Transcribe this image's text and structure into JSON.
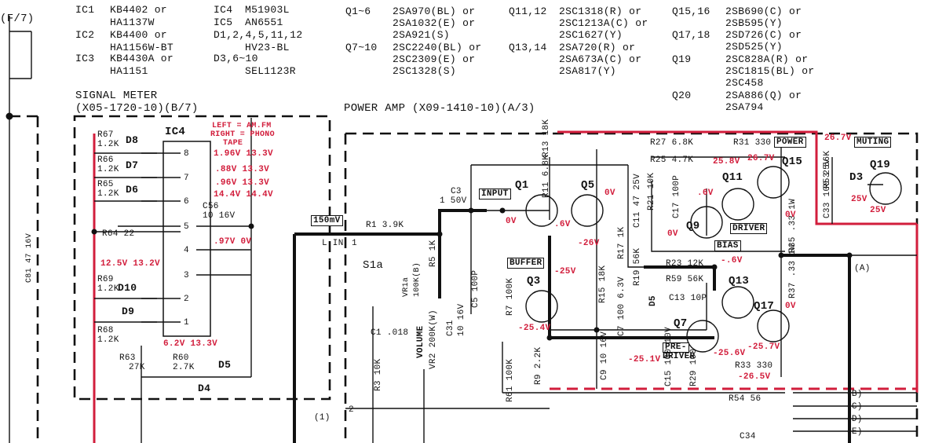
{
  "ic_list": {
    "ic1": {
      "name": "IC1",
      "parts": [
        "KB4402 or",
        "HA1137W"
      ]
    },
    "ic2": {
      "name": "IC2",
      "parts": [
        "KB4400 or",
        "HA1156W-BT"
      ]
    },
    "ic3": {
      "name": "IC3",
      "parts": [
        "KB4430A or",
        "HA1151"
      ]
    },
    "ic4": {
      "name": "IC4",
      "part": "M51903L"
    },
    "ic5": {
      "name": "IC5",
      "part": "AN6551"
    },
    "d_list": {
      "name": "D1,2,4,5,11,12",
      "part": "HV23-BL"
    },
    "d_list2": {
      "name": "D3,6~10",
      "part": "SEL1123R"
    }
  },
  "q_list": {
    "q1_6": {
      "name": "Q1~6",
      "parts": [
        "2SA970(BL) or",
        "2SA1032(E) or",
        "2SA921(S)"
      ]
    },
    "q7_10": {
      "name": "Q7~10",
      "parts": [
        "2SC2240(BL) or",
        "2SC2309(E) or",
        "2SC1328(S)"
      ]
    },
    "q11_12": {
      "name": "Q11,12",
      "parts": [
        "2SC1318(R) or",
        "2SC1213A(C) or",
        "2SC1627(Y)"
      ]
    },
    "q13_14": {
      "name": "Q13,14",
      "parts": [
        "2SA720(R) or",
        "2SA673A(C) or",
        "2SA817(Y)"
      ]
    },
    "q15_16": {
      "name": "Q15,16",
      "parts": [
        "2SB690(C) or",
        "2SB595(Y)"
      ]
    },
    "q17_18": {
      "name": "Q17,18",
      "parts": [
        "2SD726(C) or",
        "2SD525(Y)"
      ]
    },
    "q19": {
      "name": "Q19",
      "parts": [
        "2SC828A(R) or",
        "2SC1815(BL) or",
        "2SC458"
      ]
    },
    "q20": {
      "name": "Q20",
      "parts": [
        "2SA886(Q) or",
        "2SA794"
      ]
    }
  },
  "top_left": "(F/7)",
  "signal_meter": {
    "title": "SIGNAL METER",
    "board": "(X05-1720-10)(B/7)",
    "ic_label": "IC4",
    "mode_note": [
      "LEFT = AM.FM",
      "RIGHT = PHONO",
      "TAPE"
    ],
    "pin_labels": [
      "8",
      "7",
      "6",
      "5",
      "4",
      "3",
      "2",
      "1"
    ],
    "voltages": [
      "1.96V 13.3V",
      ".88V 13.3V",
      ".96V 13.3V",
      "14.4V 14.4V",
      ".97V 0V",
      "12.5V 13.2V",
      "6.2V 13.3V"
    ],
    "parts": {
      "r67": "R67",
      "r67v": "1.2K",
      "d8": "D8",
      "r66": "R66",
      "r66v": "1.2K",
      "d7": "D7",
      "r65": "R65",
      "r65v": "1.2K",
      "d6": "D6",
      "c56": "C56",
      "c56v": "10 16V",
      "r64": "R64 22",
      "r69": "R69",
      "r69v": "1.2K",
      "d10": "D10",
      "d9": "D9",
      "r68": "R68",
      "r68v": "1.2K",
      "r63": "R63",
      "r63v": "27K",
      "r60": "R60",
      "r60v": "2.7K",
      "d5": "D5",
      "d4": "D4"
    }
  },
  "left_strip": {
    "c81": "C81 47 16V"
  },
  "power_amp": {
    "title": "POWER AMP (X09-1410-10)(A/3)",
    "input_level": "150mV",
    "r1": "R1 3.9K",
    "lin": "L IN",
    "lin_pin": "1",
    "s1a": "S1a",
    "vr1a": "VR1a",
    "vr1a_v": "100K(B)",
    "volume": "VOLUME",
    "c1": "C1 .018",
    "r3": "R3 10K",
    "vr2": "VR2 200K(W)",
    "c31": "C31",
    "c31v": "10 16V",
    "r5": "R5 1K",
    "c3": "C3",
    "c3v": "1 50V",
    "input": "INPUT",
    "c5": "C5 100P",
    "r7": "R7 100K",
    "q1": "Q1",
    "q3": "Q3",
    "buffer": "BUFFER",
    "r11": "R11 6.8K",
    "r13": "R13 18K",
    "q5": "Q5",
    "r15": "R15 18K",
    "r17": "R17 1K",
    "c7": "C7 100 6.3V",
    "r19": "R19 56K",
    "d5": "D5",
    "c11": "C11 47 25V",
    "r21": "R21 10K",
    "c17": "C17 100P",
    "r27": "R27 6.8K",
    "r25": "R25 4.7K",
    "r31": "R31 330",
    "power": "POWER",
    "q9": "Q9",
    "q11": "Q11",
    "q15": "Q15",
    "driver": "DRIVER",
    "bias": "BIAS",
    "r23": "R23 12K",
    "r59": "R59 56K",
    "c13": "C13 10P",
    "q7": "Q7",
    "q13": "Q13",
    "q17": "Q17",
    "predriver": [
      "PRE-",
      "DRIVER"
    ],
    "r35": "R35 .33 1W",
    "r37": "R37 .33 1W",
    "r33": "R33 330",
    "r54": "R54 56",
    "r61": "R61 100K",
    "r9": "R9 2.2K",
    "c9": "C9 10 16V",
    "c15": "C15 100 10V",
    "r29": "R29 100",
    "c34": "C34",
    "muting": "MUTING",
    "r53": "R53 56K",
    "d3": "D3",
    "q19": "Q19",
    "c33": "C33 100 25V",
    "out_labels": [
      "(A)",
      "(B)",
      "(C)",
      "(D)",
      "(E)"
    ],
    "bottom_left": "(1)",
    "pin2": "2",
    "voltages": {
      "q1_base": "0V",
      "q1_col": ".6V",
      "q5_col": "0V",
      "q3_col": "-25V",
      "q3_emit": "-25.4V",
      "q5_emit": "-26V",
      "q9_col": ".6V",
      "q9_base": "0V",
      "q11_base": "25.8V",
      "q15_base": "26.7V",
      "bias": "-.6V",
      "q15_emit": "0V",
      "q17": "0V",
      "predriver1": "-25.1V",
      "predriver2": "-25.6V",
      "q17_base": "-25.7V",
      "r33": "-26.5V",
      "muting": "26.7V",
      "q19a": "25V",
      "q19b": "25V"
    }
  }
}
